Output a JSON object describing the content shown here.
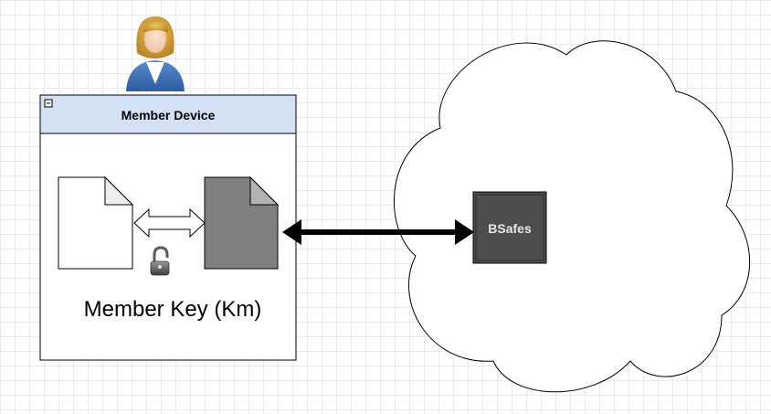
{
  "container": {
    "title": "Member Device",
    "collapse_symbol": "−"
  },
  "key_label": "Member Key (Km)",
  "server": {
    "label": "BSafes"
  },
  "icons": {
    "user": "user-avatar-icon",
    "plain_document": "document-icon",
    "encrypted_document": "document-icon",
    "lock": "lock-icon",
    "bidirectional_hollow": "double-arrow-icon",
    "bidirectional_bold": "double-arrow-icon",
    "cloud": "cloud-shape"
  },
  "colors": {
    "header_fill": "#d4e1f5",
    "encrypted_doc_fill": "#808080",
    "server_fill": "#4d4d4d",
    "server_text": "#e8e8e8",
    "user_jacket": "#3f6fb6",
    "user_hair": "#d9a93a"
  }
}
